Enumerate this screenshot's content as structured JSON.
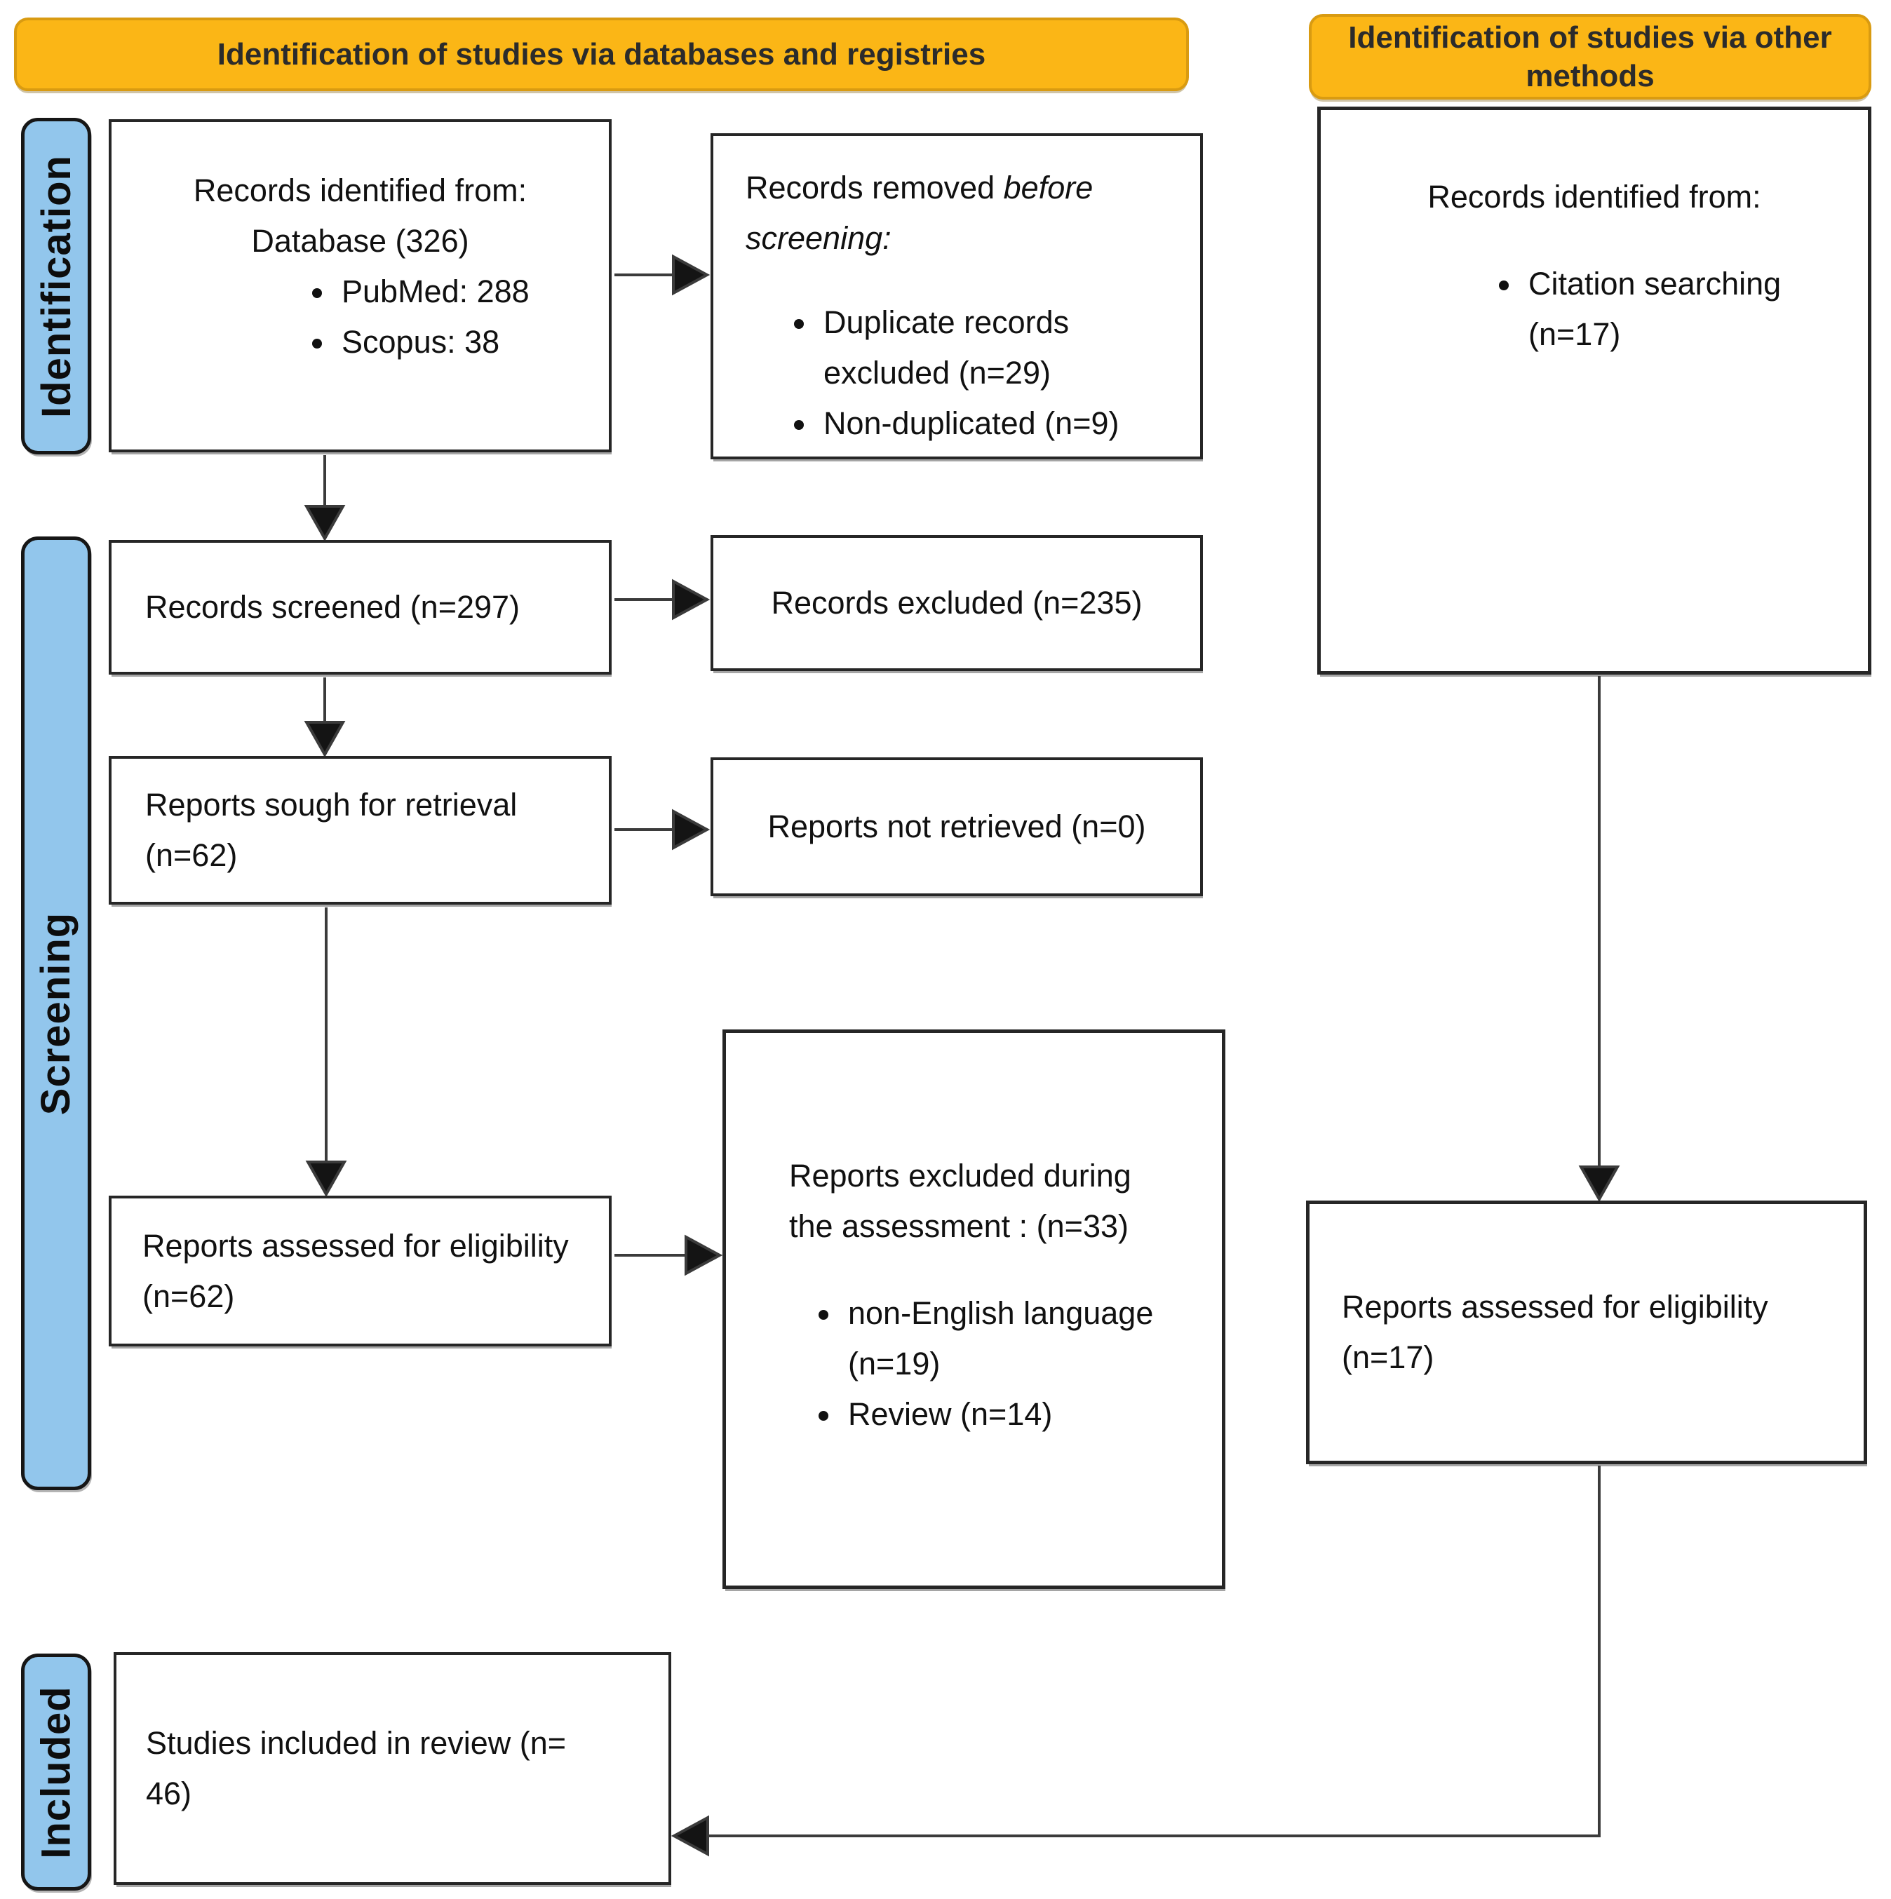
{
  "banners": {
    "databases": "Identification of studies via databases and registries",
    "other_methods": "Identification of studies via other methods"
  },
  "stages": {
    "identification": "Identification",
    "screening": "Screening",
    "included": "Included"
  },
  "boxes": {
    "records_identified": {
      "title": "Records identified from:",
      "subtitle": "Database (326)",
      "bullets": [
        "PubMed: 288",
        "Scopus: 38"
      ]
    },
    "records_removed": {
      "prefix": "Records removed ",
      "italic": "before screening:",
      "bullets": [
        "Duplicate records excluded (n=29)",
        "Non-duplicated (n=9)"
      ]
    },
    "records_screened": {
      "text": "Records screened (n=297)"
    },
    "records_excluded": {
      "text": "Records excluded (n=235)"
    },
    "reports_sought": {
      "text": "Reports sough for retrieval (n=62)"
    },
    "reports_not_retrieved": {
      "text": "Reports not retrieved (n=0)"
    },
    "reports_assessed": {
      "text": "Reports assessed for eligibility (n=62)"
    },
    "reports_excluded": {
      "title": "Reports excluded during the assessment : (n=33)",
      "bullets": [
        "non-English language (n=19)",
        "Review (n=14)"
      ]
    },
    "other_records_identified": {
      "title": "Records identified from:",
      "bullets": [
        "Citation searching  (n=17)"
      ]
    },
    "other_reports_assessed": {
      "text": "Reports assessed for eligibility (n=17)"
    },
    "studies_included": {
      "text": "Studies included in review (n= 46)"
    }
  },
  "colors": {
    "banner_fill": "#FBB616",
    "banner_border": "#D99B11",
    "stage_fill": "#92C6EC",
    "box_border": "#262626",
    "arrow": "#3B3B3B"
  }
}
